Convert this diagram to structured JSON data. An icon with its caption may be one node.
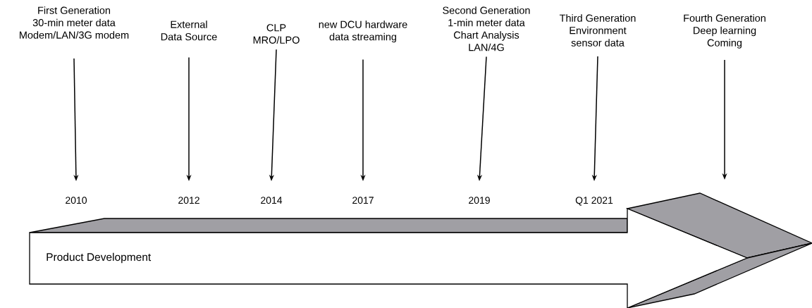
{
  "diagram": {
    "nodes": [
      {
        "text": [
          "First Generation",
          "30-min meter data",
          "Modem/LAN/3G modem"
        ]
      },
      {
        "text": [
          "External",
          "Data Source"
        ]
      },
      {
        "text": [
          "CLP",
          "MRO/LPO"
        ]
      },
      {
        "text": [
          "new DCU hardware",
          "data streaming"
        ]
      },
      {
        "text": [
          "Second Generation",
          "1-min meter data",
          "Chart Analysis",
          "LAN/4G"
        ]
      },
      {
        "text": [
          "Third Generation",
          "Environment",
          "sensor data"
        ]
      },
      {
        "text": [
          "Fourth Generation",
          "Deep learning",
          "Coming"
        ]
      },
      {
        "text": [
          "2010"
        ]
      },
      {
        "text": [
          "2012"
        ]
      },
      {
        "text": [
          "2014"
        ]
      },
      {
        "text": [
          "2017"
        ]
      },
      {
        "text": [
          "2019"
        ]
      },
      {
        "text": [
          "Q1 2021"
        ]
      },
      {
        "text": [
          "Product Development"
        ]
      }
    ],
    "edges": [
      {
        "from": 0,
        "to": 7,
        "arrow": "to"
      },
      {
        "from": 1,
        "to": 8,
        "arrow": "to"
      },
      {
        "from": 2,
        "to": 9,
        "arrow": "to"
      },
      {
        "from": 3,
        "to": 10,
        "arrow": "to"
      },
      {
        "from": 4,
        "to": 11,
        "arrow": "to"
      },
      {
        "from": 5,
        "to": 12,
        "arrow": "to"
      },
      {
        "from": 6,
        "to": null,
        "arrow": "to"
      }
    ]
  }
}
